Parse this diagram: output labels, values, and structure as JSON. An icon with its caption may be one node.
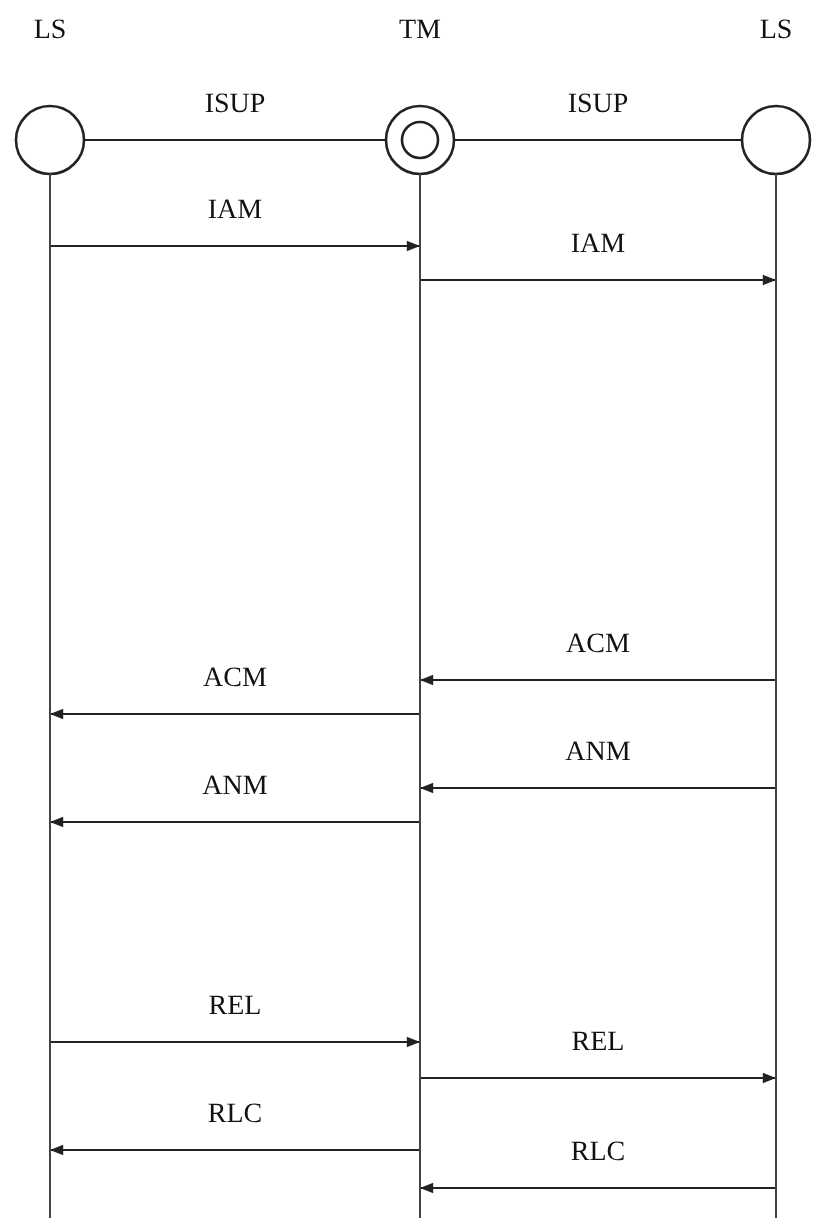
{
  "diagram": {
    "nodes": [
      {
        "text": [
          "LS"
        ]
      },
      {
        "text": [
          "TM"
        ]
      },
      {
        "text": [
          "LS"
        ]
      }
    ],
    "edges": [
      {
        "from": 0,
        "to": 1,
        "arrow": "none",
        "label": "ISUP"
      },
      {
        "from": 1,
        "to": 2,
        "arrow": "none",
        "label": "ISUP"
      },
      {
        "from": 0,
        "to": 1,
        "arrow": "to",
        "label": "IAM"
      },
      {
        "from": 1,
        "to": 2,
        "arrow": "to",
        "label": "IAM"
      },
      {
        "from": 2,
        "to": 1,
        "arrow": "to",
        "label": "ACM"
      },
      {
        "from": 1,
        "to": 0,
        "arrow": "to",
        "label": "ACM"
      },
      {
        "from": 2,
        "to": 1,
        "arrow": "to",
        "label": "ANM"
      },
      {
        "from": 1,
        "to": 0,
        "arrow": "to",
        "label": "ANM"
      },
      {
        "from": 0,
        "to": 1,
        "arrow": "to",
        "label": "REL"
      },
      {
        "from": 1,
        "to": 2,
        "arrow": "to",
        "label": "REL"
      },
      {
        "from": 1,
        "to": 0,
        "arrow": "to",
        "label": "RLC"
      },
      {
        "from": 2,
        "to": 1,
        "arrow": "to",
        "label": "RLC"
      }
    ]
  }
}
